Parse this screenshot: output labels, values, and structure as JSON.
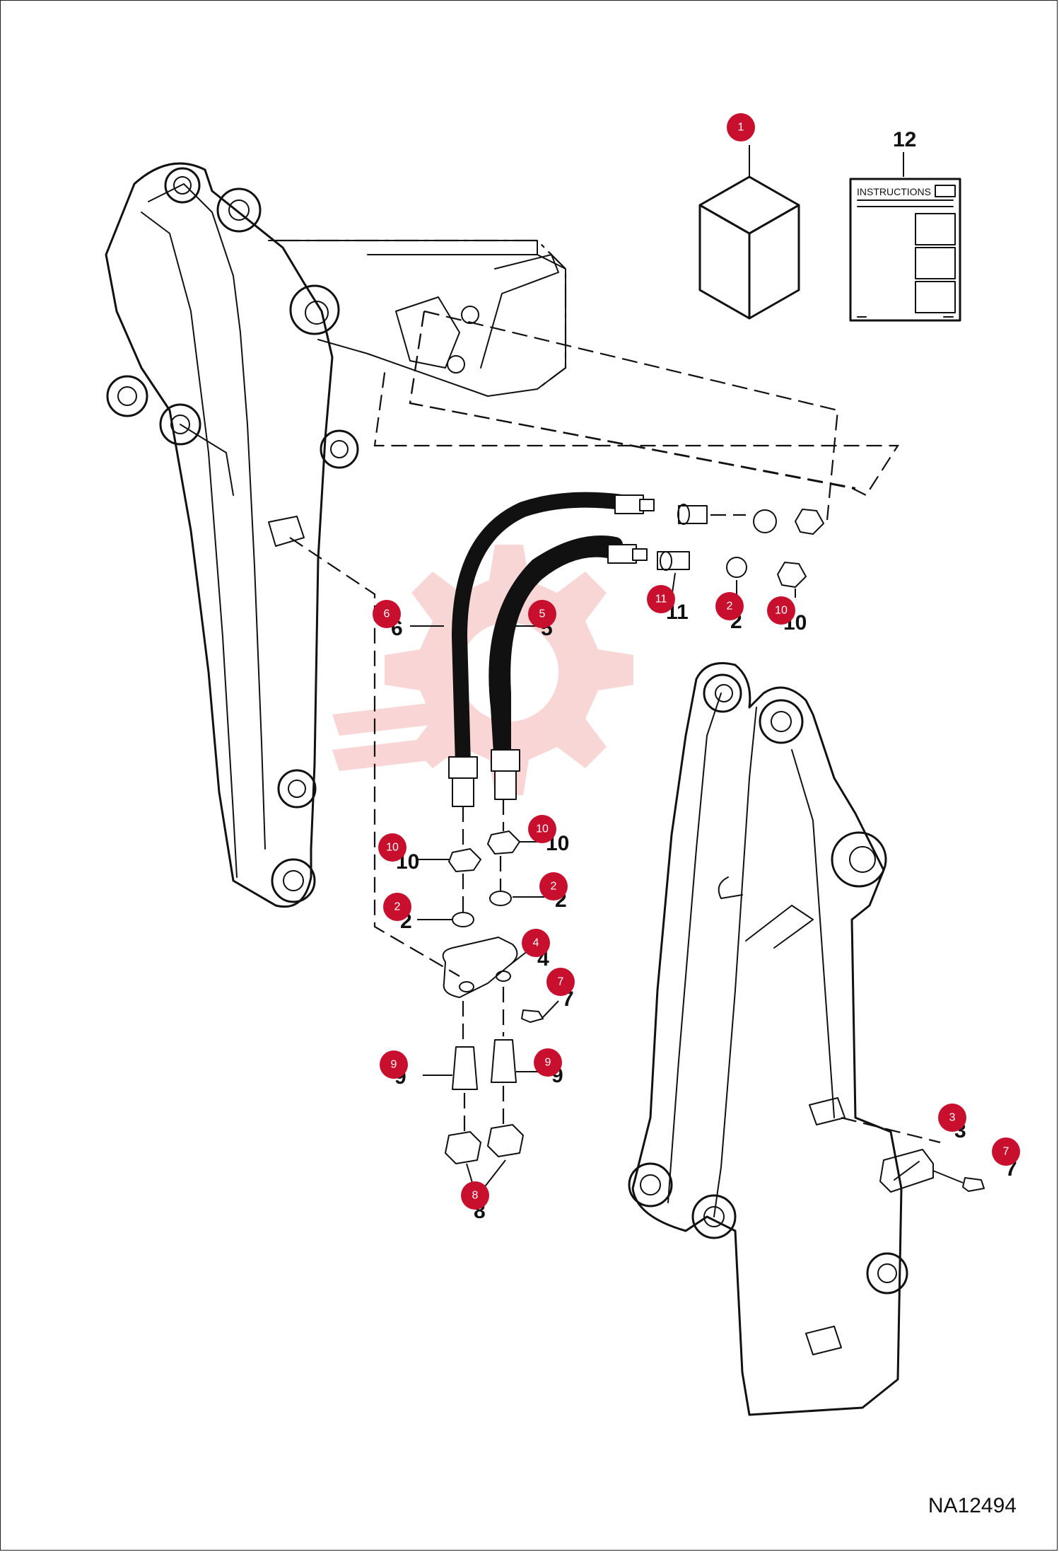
{
  "drawing_id": "NA12494",
  "instructions_label": "INSTRUCTIONS",
  "callouts": [
    {
      "id": "c1",
      "number": "1"
    },
    {
      "id": "c12",
      "number": "12"
    },
    {
      "id": "c2a",
      "number": "2"
    },
    {
      "id": "c2b",
      "number": "2"
    },
    {
      "id": "c2c",
      "number": "2"
    },
    {
      "id": "c3",
      "number": "3"
    },
    {
      "id": "c4",
      "number": "4"
    },
    {
      "id": "c5",
      "number": "5"
    },
    {
      "id": "c6",
      "number": "6"
    },
    {
      "id": "c7a",
      "number": "7"
    },
    {
      "id": "c7b",
      "number": "7"
    },
    {
      "id": "c8",
      "number": "8"
    },
    {
      "id": "c9a",
      "number": "9"
    },
    {
      "id": "c9b",
      "number": "9"
    },
    {
      "id": "c10a",
      "number": "10"
    },
    {
      "id": "c10b",
      "number": "10"
    },
    {
      "id": "c10c",
      "number": "10"
    },
    {
      "id": "c11",
      "number": "11"
    }
  ],
  "colors": {
    "bubble": "#c8102e",
    "line": "#111111",
    "watermark": "#f2a3a3"
  }
}
